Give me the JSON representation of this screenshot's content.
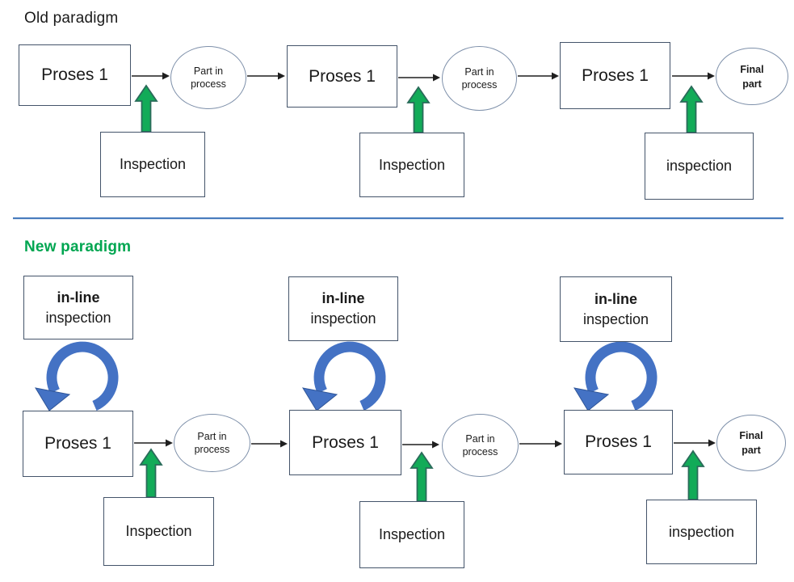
{
  "old": {
    "title": "Old paradigm",
    "process_boxes": [
      "Proses 1",
      "Proses 1",
      "Proses 1"
    ],
    "part_circles": [
      {
        "line1": "Part in",
        "line2": "process"
      },
      {
        "line1": "Part in",
        "line2": "process"
      }
    ],
    "final_circle": {
      "line1": "Final",
      "line2": "part"
    },
    "inspection_boxes": [
      "Inspection",
      "Inspection",
      "inspection"
    ]
  },
  "new": {
    "title": "New paradigm",
    "inline_boxes": [
      {
        "line1": "in-line",
        "line2": "inspection"
      },
      {
        "line1": "in-line",
        "line2": "inspection"
      },
      {
        "line1": "in-line",
        "line2": "inspection"
      }
    ],
    "process_boxes": [
      "Proses 1",
      "Proses 1",
      "Proses 1"
    ],
    "part_circles": [
      {
        "line1": "Part in",
        "line2": "process"
      },
      {
        "line1": "Part in",
        "line2": "process"
      }
    ],
    "final_circle": {
      "line1": "Final",
      "line2": "part"
    },
    "inspection_boxes": [
      "Inspection",
      "Inspection",
      "inspection"
    ]
  },
  "colors": {
    "new_title": "#00a651",
    "box_border": "#44546a",
    "circle_border": "#7e90aa",
    "green_fill": "#12ab58",
    "green_stroke": "#2a6b5a",
    "blue_fill": "#4472c4",
    "blue_stroke": "#2f5597",
    "divider": "#4a7dbe",
    "arrow": "#1f1f1f"
  }
}
